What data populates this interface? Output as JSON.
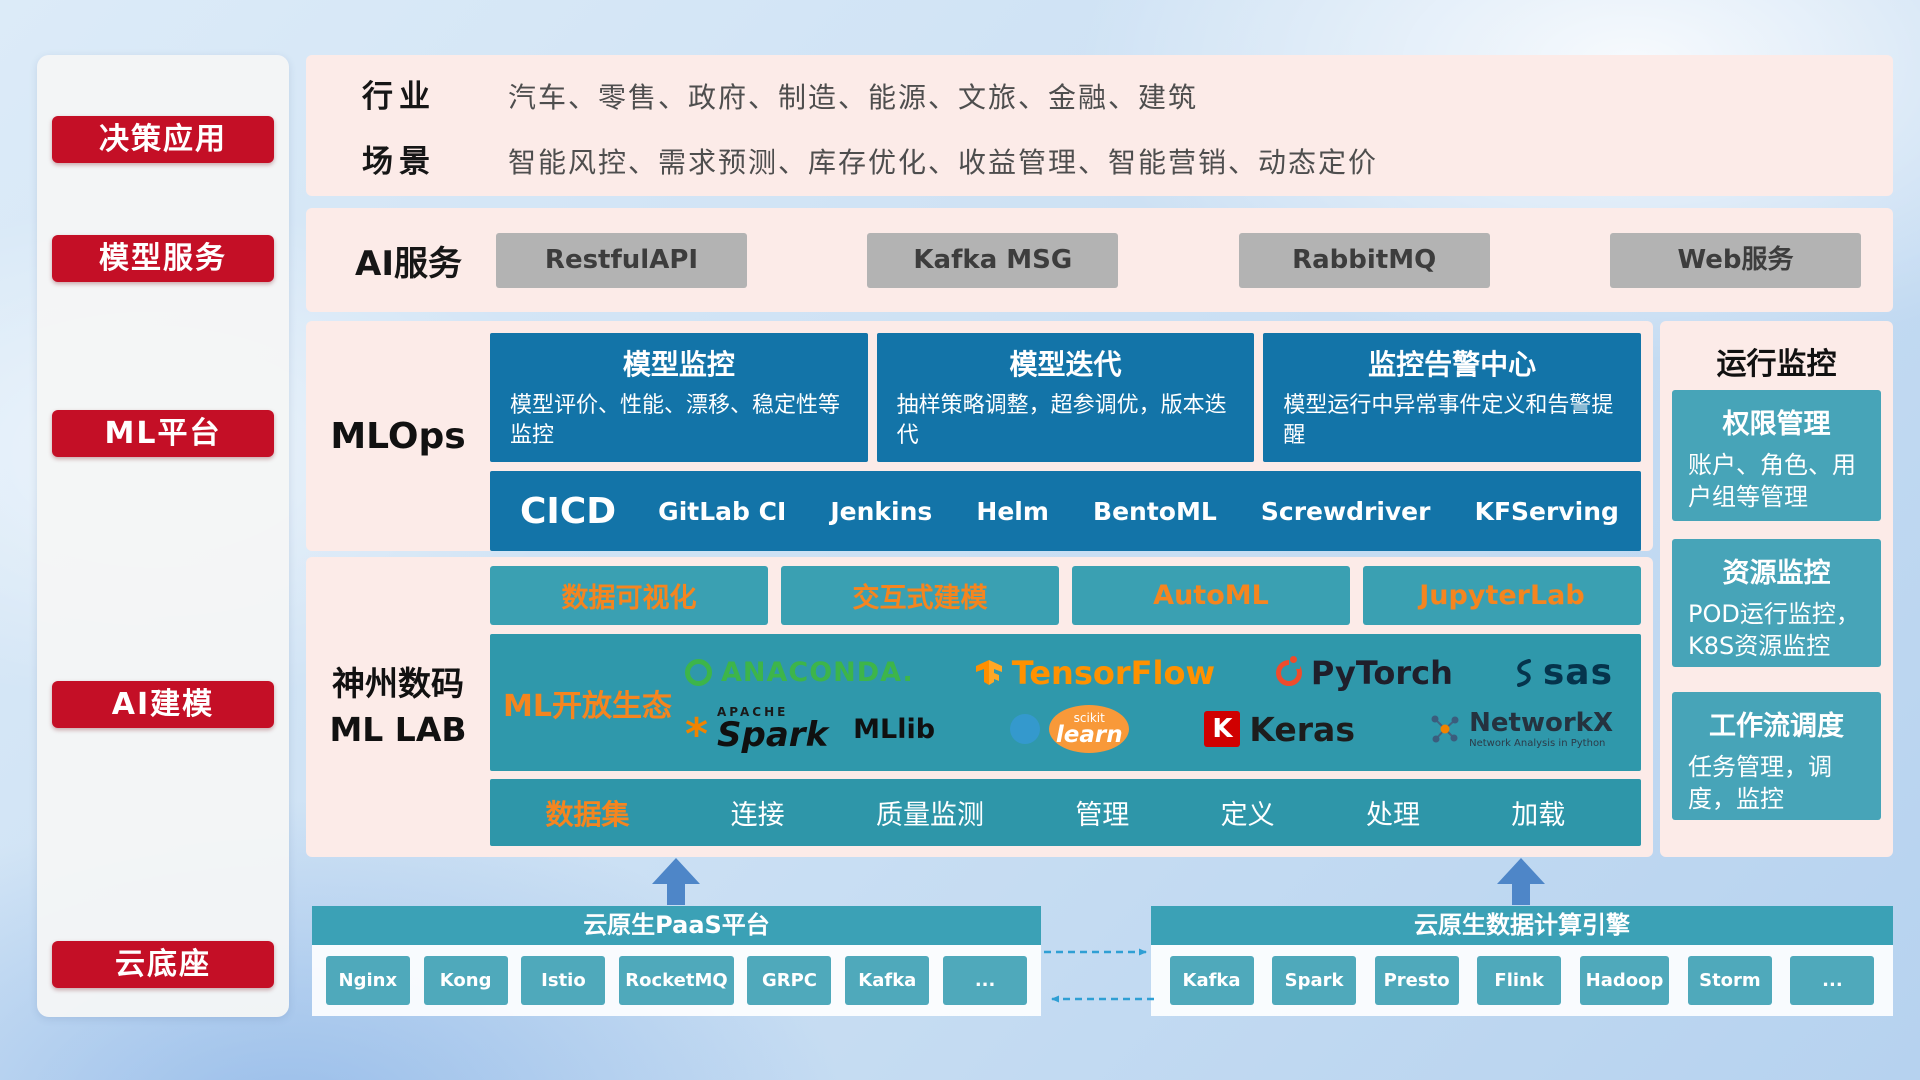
{
  "sidebar": {
    "items": [
      {
        "label": "决策应用"
      },
      {
        "label": "模型服务"
      },
      {
        "label": "ML平台"
      },
      {
        "label": "AI建模"
      },
      {
        "label": "云底座"
      }
    ]
  },
  "industry": {
    "label": "行业",
    "items": "汽车、零售、政府、制造、能源、文旅、金融、建筑"
  },
  "scene": {
    "label": "场景",
    "items": "智能风控、需求预测、库存优化、收益管理、智能营销、动态定价"
  },
  "ai_service": {
    "label": "AI服务",
    "buttons": [
      "RestfulAPI",
      "Kafka MSG",
      "RabbitMQ",
      "Web服务"
    ]
  },
  "mlops": {
    "label": "MLOps",
    "cards": [
      {
        "title": "模型监控",
        "desc": "模型评价、性能、漂移、稳定性等监控"
      },
      {
        "title": "模型迭代",
        "desc": "抽样策略调整，超参调优，版本迭代"
      },
      {
        "title": "监控告警中心",
        "desc": "模型运行中异常事件定义和告警提醒"
      }
    ],
    "cicd": {
      "label": "CICD",
      "tools": [
        "GitLab CI",
        "Jenkins",
        "Helm",
        "BentoML",
        "Screwdriver",
        "KFServing"
      ]
    }
  },
  "mllab": {
    "label_line1": "神州数码",
    "label_line2": "ML LAB",
    "features": [
      "数据可视化",
      "交互式建模",
      "AutoML",
      "JupyterLab"
    ],
    "ecosystem": {
      "label": "ML开放生态",
      "logos": [
        {
          "name": "Anaconda",
          "text": "ANACONDA."
        },
        {
          "name": "TensorFlow",
          "text": "TensorFlow"
        },
        {
          "name": "PyTorch",
          "text": "PyTorch"
        },
        {
          "name": "SAS",
          "text": "sas"
        },
        {
          "name": "Apache Spark",
          "top": "APACHE",
          "text": "Spark",
          "suffix": "MLlib"
        },
        {
          "name": "scikit-learn",
          "top": "scikit",
          "text": "learn"
        },
        {
          "name": "Keras",
          "icon_letter": "K",
          "text": "Keras"
        },
        {
          "name": "NetworkX",
          "text": "NetworkX",
          "sub": "Network Analysis in Python"
        }
      ]
    },
    "dataset": {
      "label": "数据集",
      "items": [
        "连接",
        "质量监测",
        "管理",
        "定义",
        "处理",
        "加载"
      ]
    }
  },
  "monitor": {
    "title": "运行监控",
    "cards": [
      {
        "title": "权限管理",
        "desc": "账户、角色、用户组等管理"
      },
      {
        "title": "资源监控",
        "desc": "POD运行监控，K8S资源监控"
      },
      {
        "title": "工作流调度",
        "desc": "任务管理，调度，监控"
      }
    ]
  },
  "bottom": {
    "paas": {
      "title": "云原生PaaS平台",
      "tools": [
        "Nginx",
        "Kong",
        "Istio",
        "RocketMQ",
        "GRPC",
        "Kafka",
        "..."
      ]
    },
    "engine": {
      "title": "云原生数据计算引擎",
      "tools": [
        "Kafka",
        "Spark",
        "Presto",
        "Flink",
        "Hadoop",
        "Storm",
        "..."
      ]
    }
  },
  "colors": {
    "sidebar_red": "#c40f26",
    "panel_pink": "#fcebe8",
    "mlops_blue": "#1374a8",
    "teal": "#3aa0b2",
    "teal_light": "#4fa9bb",
    "accent_orange": "#f5851f",
    "gray_button": "#b3b3b3",
    "arrow_blue": "#4e86c8"
  }
}
